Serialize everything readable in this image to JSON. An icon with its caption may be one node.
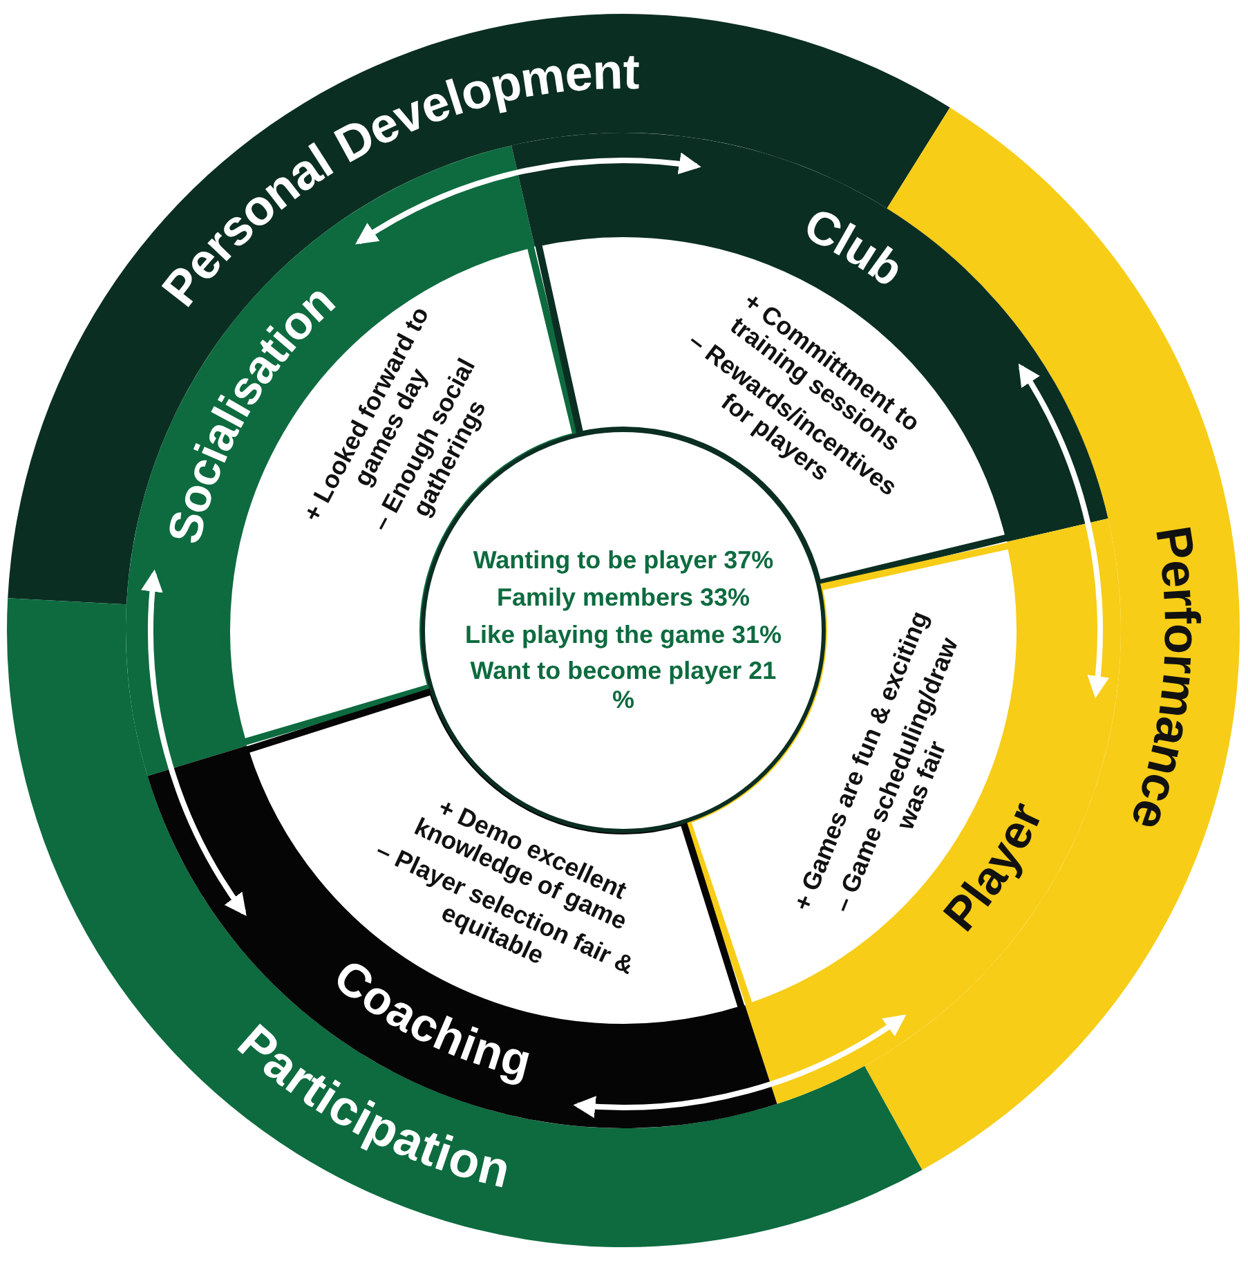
{
  "diagram": {
    "nodes": [
      {
        "text": [
          "Personal Development"
        ]
      },
      {
        "text": [
          "Performance"
        ]
      },
      {
        "text": [
          "Participation"
        ]
      },
      {
        "text": [
          "Socialisation",
          "+ Looked forward to games day",
          "– Enough social gatherings"
        ]
      },
      {
        "text": [
          "Club",
          "+ Committment to training sessions",
          "– Rewards/incentives for players"
        ]
      },
      {
        "text": [
          "Player",
          "+ Games are fun & exciting",
          "– Game scheduling/draw was fair"
        ]
      },
      {
        "text": [
          "Coaching",
          "+ Demo excellent knowledge of game",
          "– Player selection fair & equitable"
        ]
      },
      {
        "text": [
          "Wanting to be player 37%",
          "Family members 33%",
          "Like playing the game 31%",
          "Want to become player 21 %"
        ]
      }
    ],
    "edges": [
      {
        "from": 3,
        "to": 4,
        "arrow": "both"
      },
      {
        "from": 4,
        "to": 5,
        "arrow": "both"
      },
      {
        "from": 5,
        "to": 6,
        "arrow": "both"
      },
      {
        "from": 6,
        "to": 3,
        "arrow": "both"
      }
    ]
  }
}
